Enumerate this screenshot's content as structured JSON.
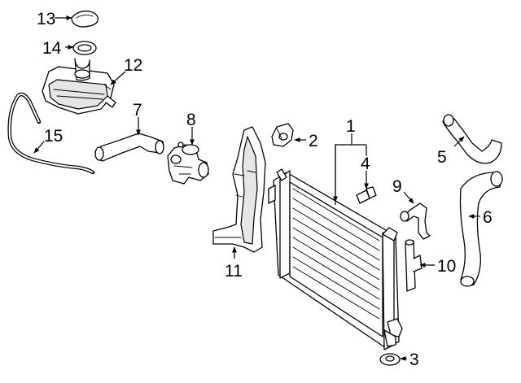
{
  "callouts": [
    {
      "id": "p1",
      "number": "1"
    },
    {
      "id": "p2",
      "number": "2"
    },
    {
      "id": "p3",
      "number": "3"
    },
    {
      "id": "p4",
      "number": "4"
    },
    {
      "id": "p5",
      "number": "5"
    },
    {
      "id": "p6",
      "number": "6"
    },
    {
      "id": "p7",
      "number": "7"
    },
    {
      "id": "p8",
      "number": "8"
    },
    {
      "id": "p9",
      "number": "9"
    },
    {
      "id": "p10",
      "number": "10"
    },
    {
      "id": "p11",
      "number": "11"
    },
    {
      "id": "p12",
      "number": "12"
    },
    {
      "id": "p13",
      "number": "13"
    },
    {
      "id": "p14",
      "number": "14"
    },
    {
      "id": "p15",
      "number": "15"
    }
  ],
  "colors": {
    "line": "#000000",
    "background": "#ffffff",
    "shading": "#e6e6e6"
  }
}
